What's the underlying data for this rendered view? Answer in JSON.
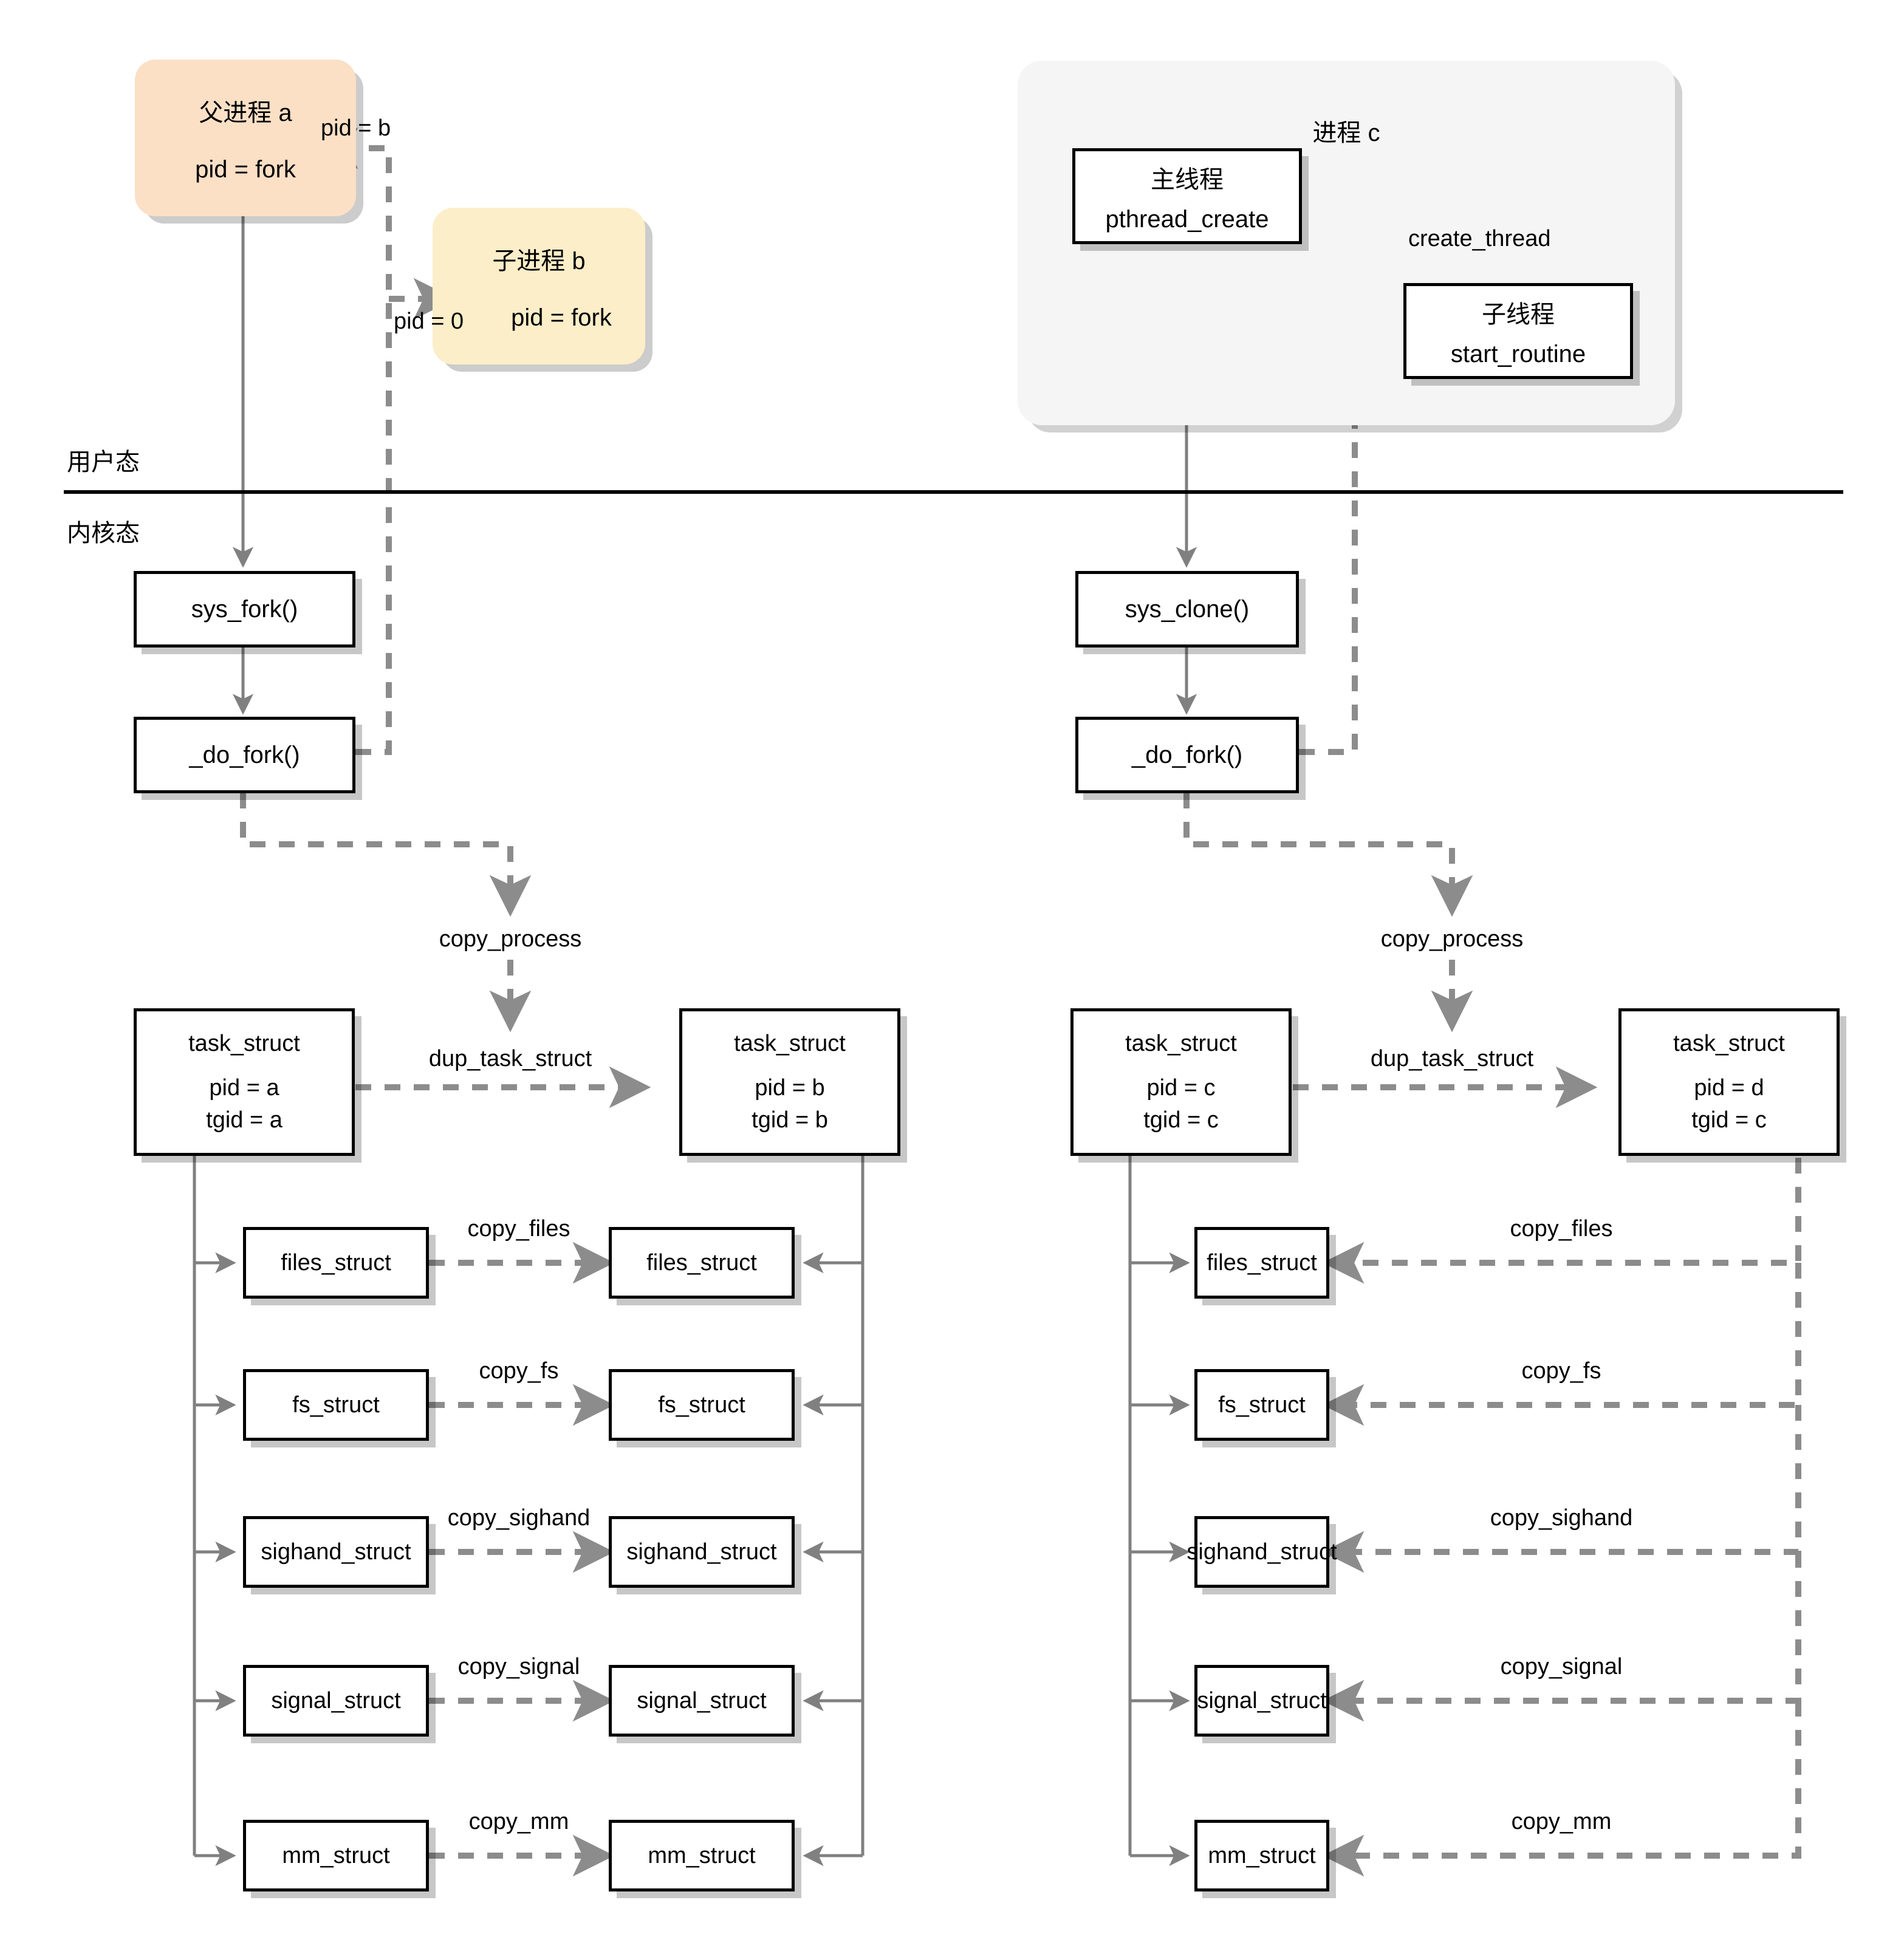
{
  "diagram": {
    "title": "Linux fork / pthread_create kernel flow",
    "mode_labels": {
      "user": "用户态",
      "kernel": "内核态"
    },
    "colors": {
      "parent_process_fill": "#fbe0c6",
      "child_process_fill": "#fbeec8",
      "group_fill": "#f5f5f5",
      "solid_arrow": "#808080",
      "dashed_arrow": "#8c8c8c",
      "box_border": "#000000",
      "divider": "#000000"
    }
  },
  "left": {
    "parent_process": {
      "title": "父进程 a",
      "body": "pid = fork"
    },
    "child_process": {
      "title": "子进程 b",
      "body": "pid = fork"
    },
    "edge_labels": {
      "pid_b": "pid = b",
      "pid_0": "pid = 0"
    },
    "syscall": "sys_fork()",
    "do_fork": "_do_fork()",
    "copy_process": "copy_process",
    "dup_task_struct": "dup_task_struct",
    "task_src": {
      "title": "task_struct",
      "pid": "pid = a",
      "tgid": "tgid = a"
    },
    "task_dst": {
      "title": "task_struct",
      "pid": "pid = b",
      "tgid": "tgid = b"
    },
    "rows": [
      {
        "src": "files_struct",
        "label": "copy_files",
        "dst": "files_struct"
      },
      {
        "src": "fs_struct",
        "label": "copy_fs",
        "dst": "fs_struct"
      },
      {
        "src": "sighand_struct",
        "label": "copy_sighand",
        "dst": "sighand_struct"
      },
      {
        "src": "signal_struct",
        "label": "copy_signal",
        "dst": "signal_struct"
      },
      {
        "src": "mm_struct",
        "label": "copy_mm",
        "dst": "mm_struct"
      }
    ]
  },
  "right": {
    "group": {
      "title": "进程 c"
    },
    "main_thread": {
      "title": "主线程",
      "body": "pthread_create"
    },
    "child_thread": {
      "title": "子线程",
      "body": "start_routine"
    },
    "edge_labels": {
      "create_thread": "create_thread"
    },
    "syscall": "sys_clone()",
    "do_fork": "_do_fork()",
    "copy_process": "copy_process",
    "dup_task_struct": "dup_task_struct",
    "task_src": {
      "title": "task_struct",
      "pid": "pid = c",
      "tgid": "tgid = c"
    },
    "task_dst": {
      "title": "task_struct",
      "pid": "pid = d",
      "tgid": "tgid = c"
    },
    "rows": [
      {
        "src": "files_struct",
        "label": "copy_files"
      },
      {
        "src": "fs_struct",
        "label": "copy_fs"
      },
      {
        "src": "sighand_struct",
        "label": "copy_sighand"
      },
      {
        "src": "signal_struct",
        "label": "copy_signal"
      },
      {
        "src": "mm_struct",
        "label": "copy_mm"
      }
    ]
  }
}
